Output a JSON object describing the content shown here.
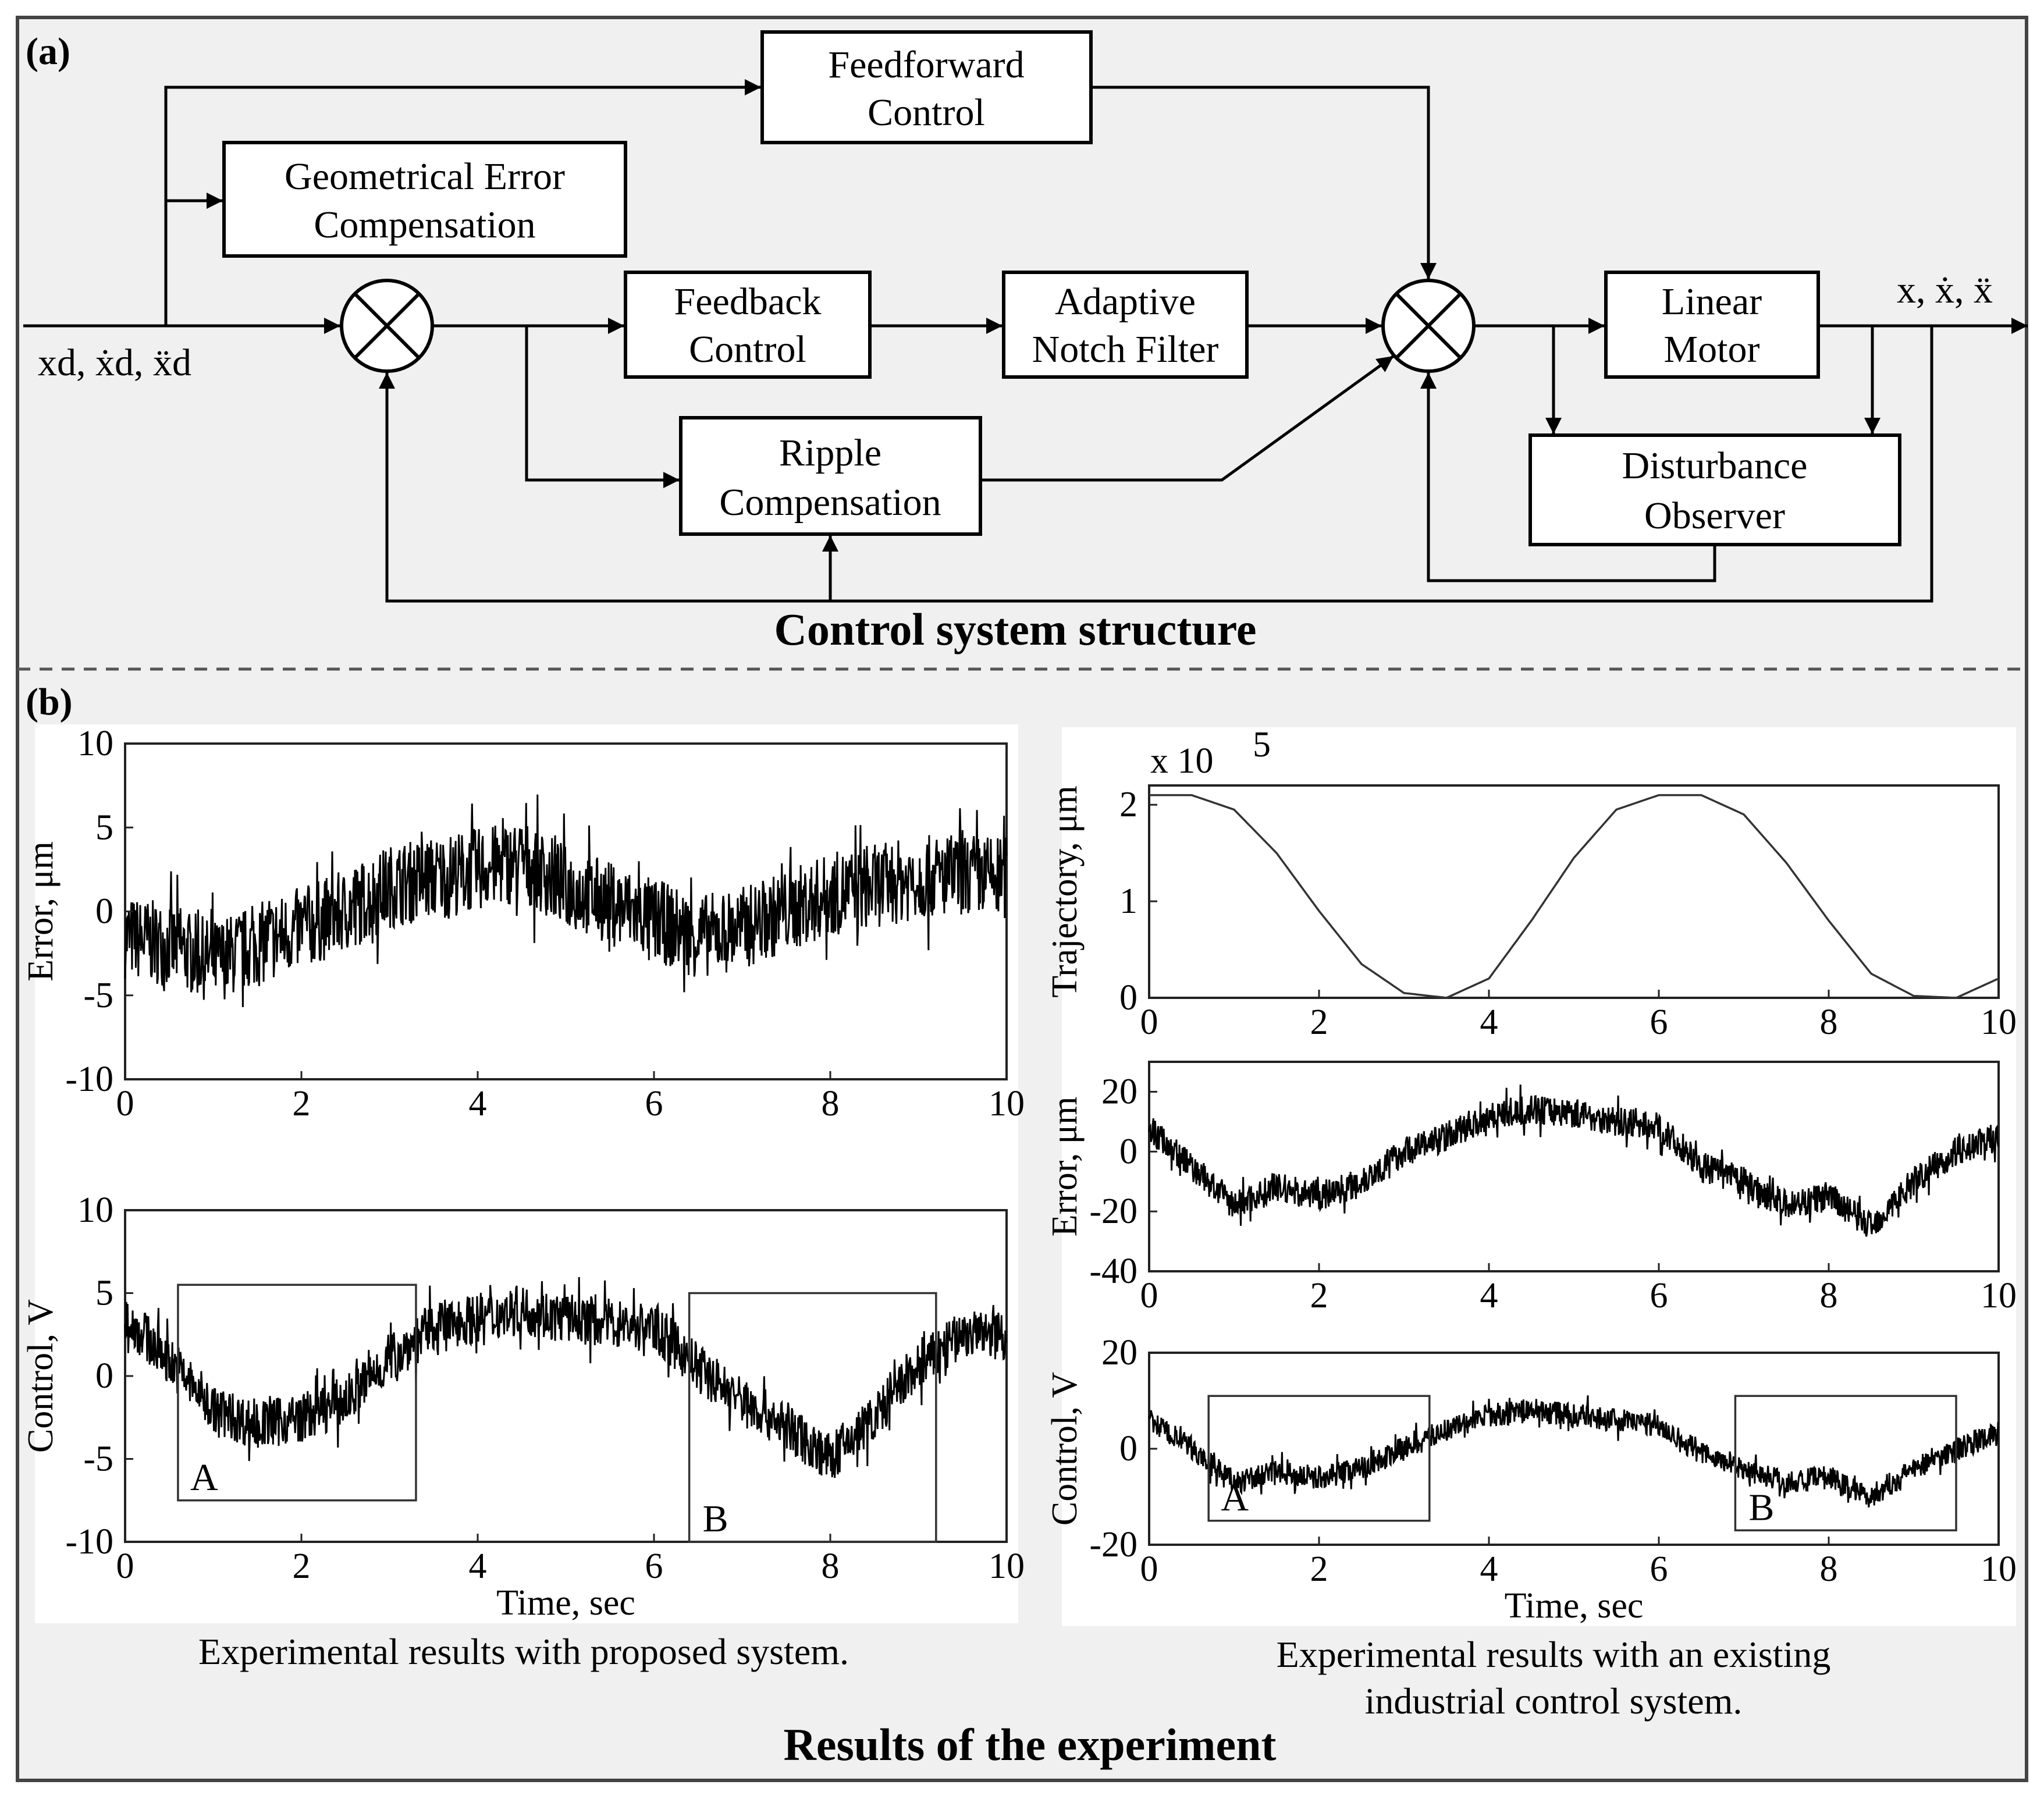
{
  "panel_a": {
    "label": "(a)",
    "title": "Control system structure",
    "input_label": "xd, ẋd, ẍd",
    "output_label": "x, ẋ, ẍ",
    "blocks": {
      "feedforward": [
        "Feedforward",
        "Control"
      ],
      "geometrical": [
        "Geometrical Error",
        "Compensation"
      ],
      "feedback": [
        "Feedback",
        "Control"
      ],
      "notch": [
        "Adaptive",
        "Notch Filter"
      ],
      "ripple": [
        "Ripple",
        "Compensation"
      ],
      "motor": [
        "Linear",
        "Motor"
      ],
      "observer": [
        "Disturbance",
        "Observer"
      ]
    }
  },
  "panel_b": {
    "label": "(b)",
    "title": "Results of the experiment",
    "caption_left": "Experimental results with proposed system.",
    "caption_right": [
      "Experimental results with an existing",
      "industrial control system."
    ],
    "xlabel": "Time, sec"
  },
  "chart_data": [
    {
      "id": "proposed-error",
      "type": "line",
      "ylabel": "Error, μm",
      "xlim": [
        0,
        10
      ],
      "ylim": [
        -10,
        10
      ],
      "xticks": [
        "0",
        "2",
        "4",
        "6",
        "8",
        "10"
      ],
      "yticks": [
        "10",
        "5",
        "0",
        "-5",
        "-10"
      ],
      "grid": false,
      "x": [
        0,
        0.5,
        1,
        1.5,
        2,
        2.5,
        3,
        3.5,
        4,
        4.5,
        5,
        5.5,
        6,
        6.5,
        7,
        7.5,
        8,
        8.5,
        9,
        9.5,
        10
      ],
      "y": [
        -1.5,
        -2,
        -3,
        -2,
        -1,
        0,
        1.5,
        2,
        2.5,
        3,
        1.5,
        0.5,
        -0.5,
        -1.5,
        -1,
        0,
        1,
        1.5,
        2,
        2.2,
        2
      ],
      "noise_amplitude": 2.5
    },
    {
      "id": "proposed-control",
      "type": "line",
      "ylabel": "Control, V",
      "xlabel": "Time, sec",
      "xlim": [
        0,
        10
      ],
      "ylim": [
        -10,
        10
      ],
      "xticks": [
        "0",
        "2",
        "4",
        "6",
        "8",
        "10"
      ],
      "yticks": [
        "10",
        "5",
        "0",
        "-5",
        "-10"
      ],
      "grid": false,
      "x": [
        0,
        0.5,
        1,
        1.5,
        2,
        2.5,
        3,
        3.5,
        4,
        4.5,
        5,
        5.5,
        6,
        6.5,
        7,
        7.5,
        8,
        8.5,
        9,
        9.5,
        10
      ],
      "y": [
        3.5,
        1,
        -2,
        -3,
        -2.5,
        -1.5,
        1,
        3,
        3.5,
        4,
        3.5,
        3.2,
        3,
        0.5,
        -1.5,
        -3,
        -5,
        -2.5,
        0.5,
        2.5,
        2.5
      ],
      "noise_amplitude": 1.5,
      "annotations": [
        {
          "text": "A",
          "x0": 0.6,
          "x1": 3.3,
          "y0": -7.5,
          "y1": 5.5
        },
        {
          "text": "B",
          "x0": 6.4,
          "x1": 9.2,
          "y0": -10,
          "y1": 5
        }
      ]
    },
    {
      "id": "trajectory",
      "type": "line",
      "ylabel": "Trajectory, μm",
      "y_multiplier": "x 10",
      "y_multiplier_exp": "5",
      "xlim": [
        0,
        10
      ],
      "ylim": [
        0,
        2.2
      ],
      "xticks": [
        "0",
        "2",
        "4",
        "6",
        "8",
        "10"
      ],
      "yticks": [
        "2",
        "1",
        "0"
      ],
      "grid": false,
      "x": [
        0,
        0.5,
        1,
        1.5,
        2,
        2.5,
        3,
        3.5,
        4,
        4.5,
        5,
        5.5,
        6,
        6.5,
        7,
        7.5,
        8,
        8.5,
        9,
        9.5,
        10
      ],
      "y": [
        2.1,
        2.1,
        1.95,
        1.5,
        0.9,
        0.35,
        0.05,
        0,
        0.2,
        0.8,
        1.45,
        1.95,
        2.1,
        2.1,
        1.9,
        1.4,
        0.8,
        0.25,
        0.02,
        0,
        0.2
      ],
      "noise_amplitude": 0
    },
    {
      "id": "existing-error",
      "type": "line",
      "ylabel": "Error, μm",
      "xlim": [
        0,
        10
      ],
      "ylim": [
        -40,
        30
      ],
      "xticks": [
        "0",
        "2",
        "4",
        "6",
        "8",
        "10"
      ],
      "yticks": [
        "20",
        "0",
        "-20",
        "-40"
      ],
      "grid": false,
      "x": [
        0,
        0.5,
        1,
        1.5,
        2,
        2.5,
        3,
        3.5,
        4,
        4.5,
        5,
        5.5,
        6,
        6.5,
        7,
        7.5,
        8,
        8.5,
        9,
        9.5,
        10
      ],
      "y": [
        8,
        -5,
        -18,
        -12,
        -15,
        -10,
        0,
        5,
        12,
        14,
        13,
        10,
        8,
        -5,
        -10,
        -18,
        -15,
        -25,
        -10,
        0,
        5
      ],
      "noise_amplitude": 5
    },
    {
      "id": "existing-control",
      "type": "line",
      "ylabel": "Control, V",
      "xlabel": "Time, sec",
      "xlim": [
        0,
        10
      ],
      "ylim": [
        -20,
        20
      ],
      "xticks": [
        "0",
        "2",
        "4",
        "6",
        "8",
        "10"
      ],
      "yticks": [
        "20",
        "0",
        "-20"
      ],
      "grid": false,
      "x": [
        0,
        0.5,
        1,
        1.5,
        2,
        2.5,
        3,
        3.5,
        4,
        4.5,
        5,
        5.5,
        6,
        6.5,
        7,
        7.5,
        8,
        8.5,
        9,
        9.5,
        10
      ],
      "y": [
        6,
        0,
        -7,
        -5,
        -6,
        -4,
        0,
        4,
        7,
        8,
        7,
        6,
        5,
        -1,
        -4,
        -7,
        -6,
        -10,
        -4,
        0,
        3
      ],
      "noise_amplitude": 2.5,
      "annotations": [
        {
          "text": "A",
          "x0": 0.7,
          "x1": 3.3,
          "y0": -15,
          "y1": 11
        },
        {
          "text": "B",
          "x0": 6.9,
          "x1": 9.5,
          "y0": -17,
          "y1": 11
        }
      ]
    }
  ]
}
